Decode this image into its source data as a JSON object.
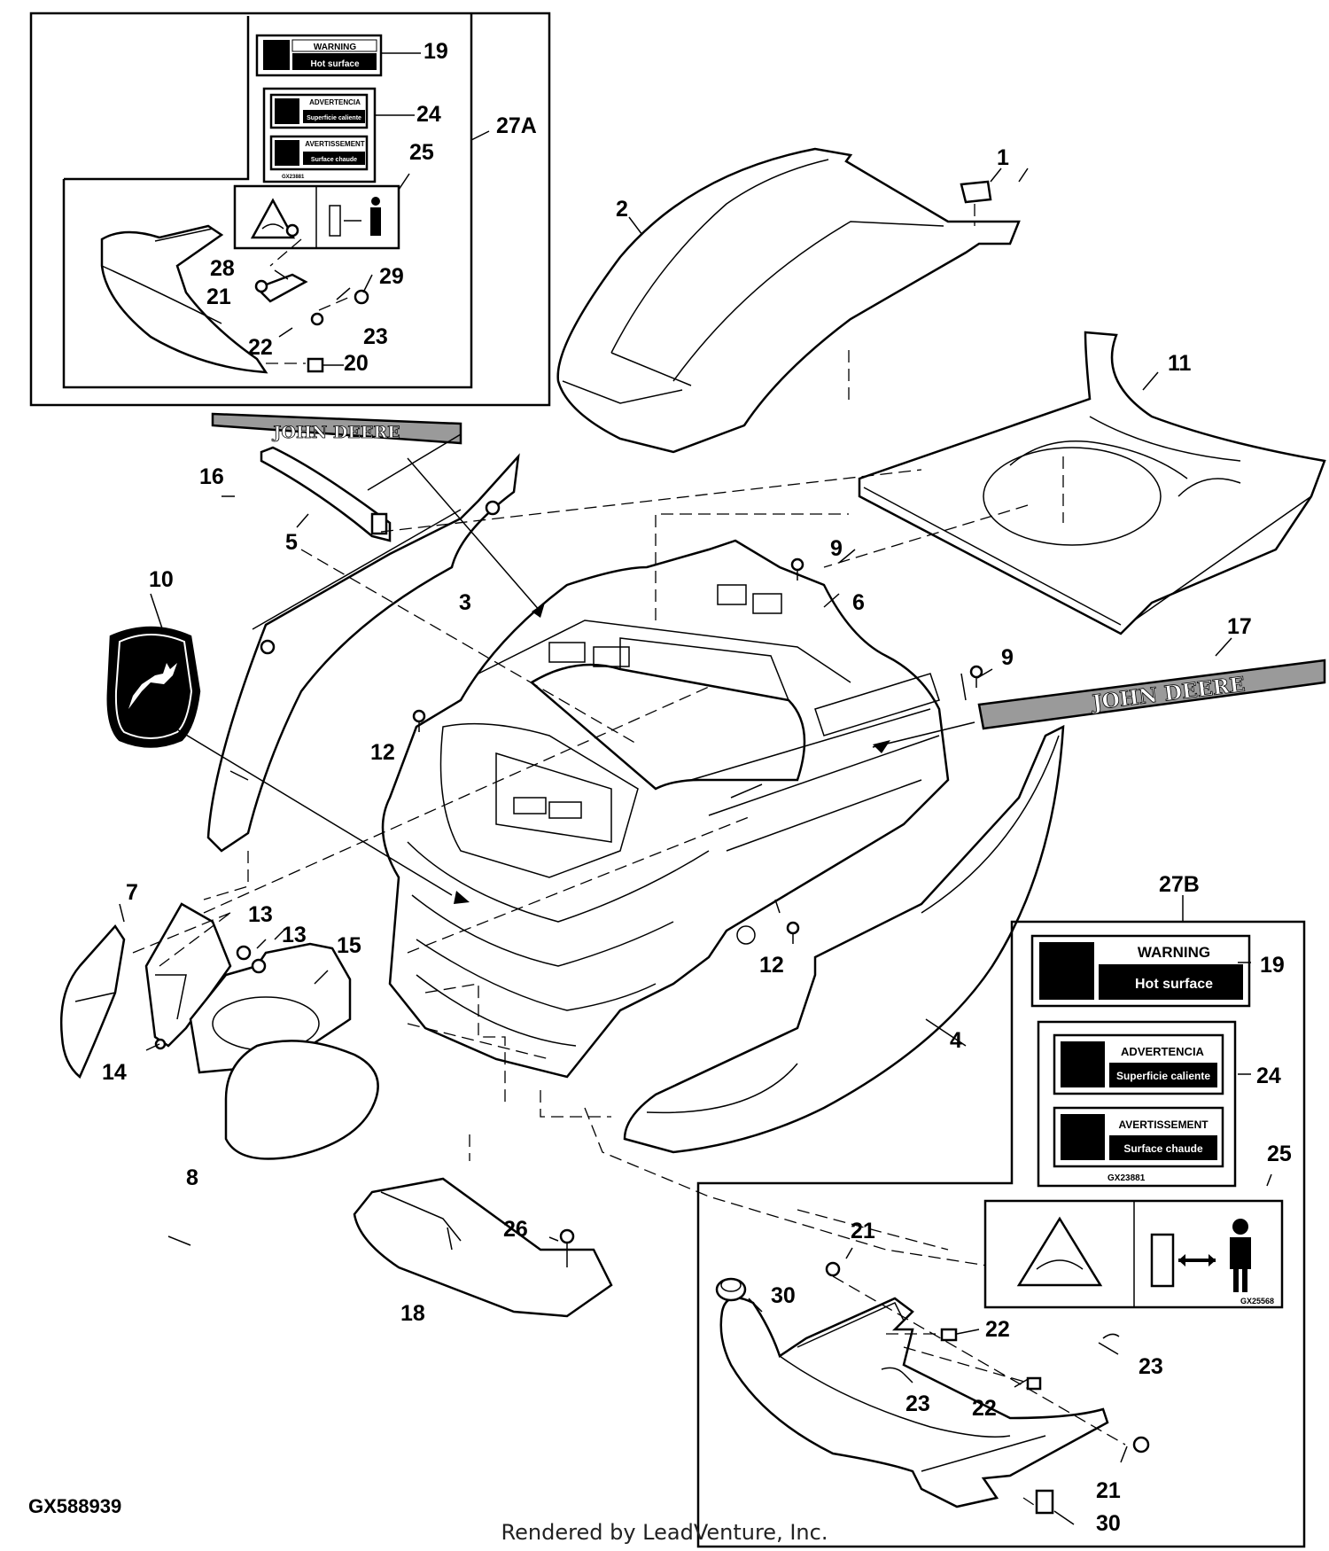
{
  "figure_id": "GX588939",
  "footer": "Rendered by LeadVenture, Inc.",
  "brand_text": "JOHN DEERE",
  "decals": {
    "warning_en": {
      "title": "WARNING",
      "text": "Hot surface"
    },
    "warning_es": {
      "title": "ADVERTENCIA",
      "text": "Superficie caliente"
    },
    "warning_fr": {
      "title": "AVERTISSEMENT",
      "text": "Surface chaude"
    },
    "decal_code_24": "GX23881",
    "decal_code_25": "GX25568"
  },
  "callouts": {
    "c1": "1",
    "c2": "2",
    "c3": "3",
    "c4": "4",
    "c5": "5",
    "c6": "6",
    "c7": "7",
    "c8": "8",
    "c9a": "9",
    "c9b": "9",
    "c10": "10",
    "c11": "11",
    "c12a": "12",
    "c12b": "12",
    "c13a": "13",
    "c13b": "13",
    "c14": "14",
    "c15": "15",
    "c16": "16",
    "c17": "17",
    "c18": "18",
    "c26": "26",
    "a19": "19",
    "a24": "24",
    "a25": "25",
    "a27": "27A",
    "a28": "28",
    "a21": "21",
    "a29": "29",
    "a23": "23",
    "a22": "22",
    "a20": "20",
    "b27": "27B",
    "b19": "19",
    "b24": "24",
    "b25": "25",
    "b21a": "21",
    "b30a": "30",
    "b22a": "22",
    "b23a": "23",
    "b23b": "23",
    "b22b": "22",
    "b21b": "21",
    "b30b": "30"
  }
}
